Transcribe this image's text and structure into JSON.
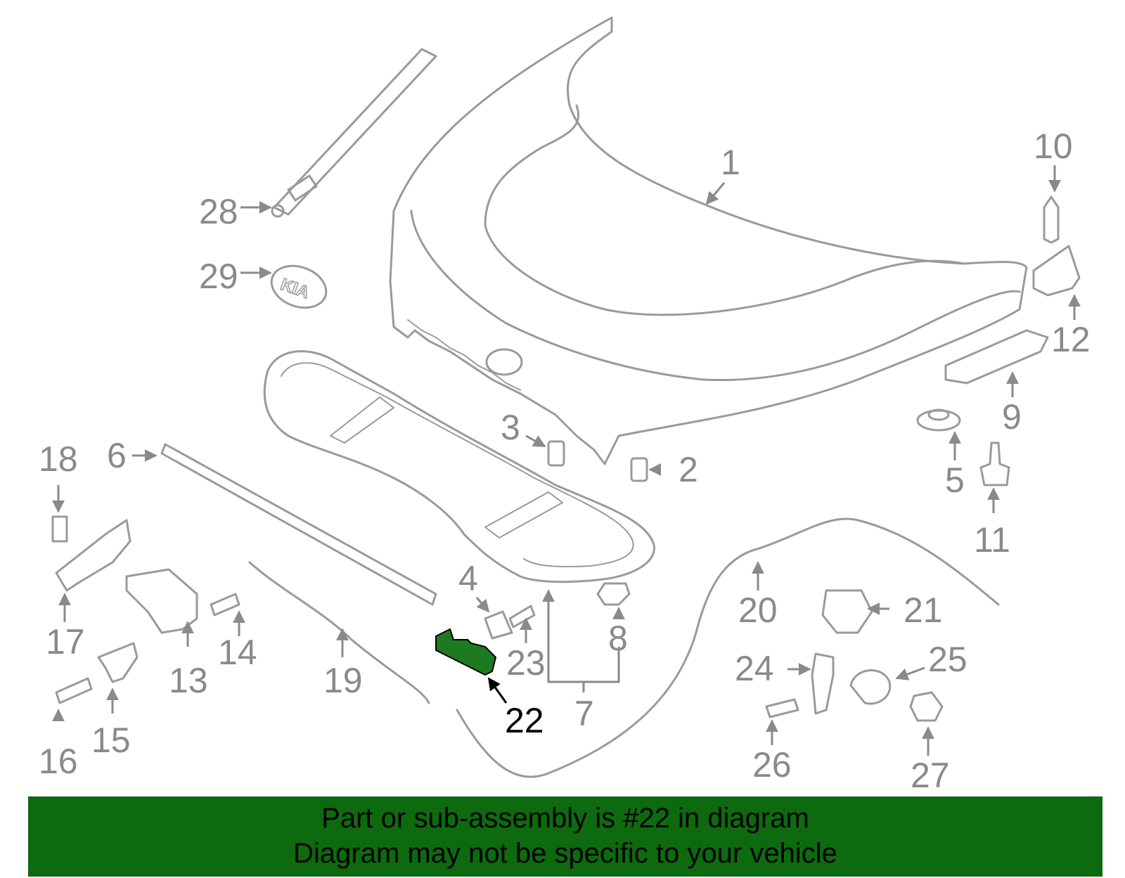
{
  "callouts": [
    {
      "number": "1"
    },
    {
      "number": "2"
    },
    {
      "number": "3"
    },
    {
      "number": "4"
    },
    {
      "number": "5"
    },
    {
      "number": "6"
    },
    {
      "number": "7"
    },
    {
      "number": "8"
    },
    {
      "number": "9"
    },
    {
      "number": "10"
    },
    {
      "number": "11"
    },
    {
      "number": "12"
    },
    {
      "number": "13"
    },
    {
      "number": "14"
    },
    {
      "number": "15"
    },
    {
      "number": "16"
    },
    {
      "number": "17"
    },
    {
      "number": "18"
    },
    {
      "number": "19"
    },
    {
      "number": "20"
    },
    {
      "number": "21"
    },
    {
      "number": "22"
    },
    {
      "number": "23"
    },
    {
      "number": "24"
    },
    {
      "number": "25"
    },
    {
      "number": "26"
    },
    {
      "number": "27"
    },
    {
      "number": "28"
    },
    {
      "number": "29"
    }
  ],
  "highlighted_part": "22",
  "emblem_text": "KIA",
  "banner": {
    "line1": "Part or sub-assembly is #22 in diagram",
    "line2": "Diagram may not be specific to your vehicle"
  },
  "colors": {
    "banner": "#0e6a0e",
    "highlight": "#1e7a1e",
    "outline": "#9a9a9a"
  }
}
